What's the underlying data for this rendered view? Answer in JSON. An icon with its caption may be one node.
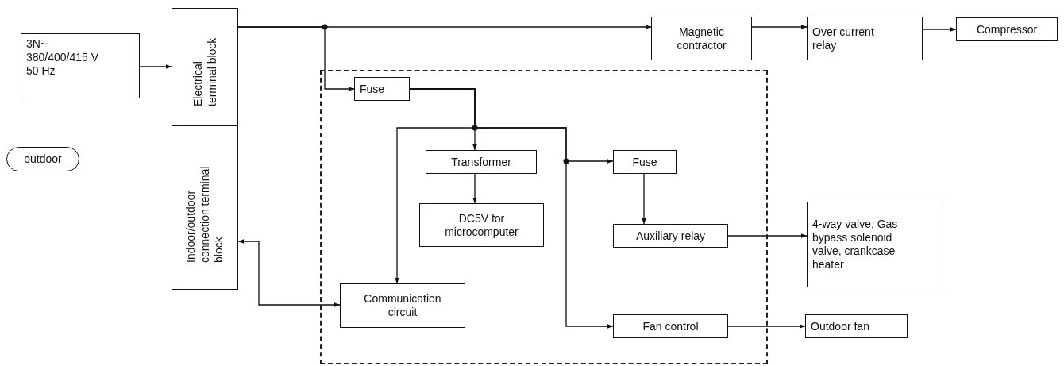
{
  "diagram": {
    "nodes": [
      {
        "text": [
          "3N~ 380/400/415 V 50 Hz"
        ]
      },
      {
        "text": [
          "outdoor"
        ]
      },
      {
        "text": [
          "Electrical terminal block"
        ]
      },
      {
        "text": [
          "Indoor/outdoor connection terminal block"
        ]
      },
      {
        "text": [],
        "shape": "box"
      },
      {
        "text": [
          "Magnetic contractor"
        ]
      },
      {
        "text": [
          "Over current relay"
        ]
      },
      {
        "text": [
          "Compressor"
        ]
      },
      {
        "text": [
          "Fuse"
        ],
        "in": 4
      },
      {
        "text": [
          "Transformer"
        ],
        "in": 4
      },
      {
        "text": [
          "DC5V for microcomputer"
        ],
        "in": 4
      },
      {
        "text": [
          "Fuse"
        ],
        "in": 4
      },
      {
        "text": [
          "Auxiliary relay"
        ],
        "in": 4
      },
      {
        "text": [
          "Communication circuit"
        ],
        "in": 4
      },
      {
        "text": [
          "Fan control"
        ],
        "in": 4
      },
      {
        "text": [
          "4-way valve, Gas bypass solenoid valve, crankcase heater"
        ]
      },
      {
        "text": [
          "Outdoor fan"
        ]
      }
    ],
    "edges": [
      {
        "from": 0,
        "to": 2,
        "arrow": "to"
      },
      {
        "from": 2,
        "to": 5,
        "arrow": "to"
      },
      {
        "from": 2,
        "to": 8,
        "arrow": "to"
      },
      {
        "from": 5,
        "to": 6,
        "arrow": "to"
      },
      {
        "from": 6,
        "to": 7,
        "arrow": "to"
      },
      {
        "from": 8,
        "to": 9,
        "arrow": "to"
      },
      {
        "from": 8,
        "to": 13,
        "arrow": "to"
      },
      {
        "from": 8,
        "to": 11,
        "arrow": "to"
      },
      {
        "from": 8,
        "to": 14,
        "arrow": "to"
      },
      {
        "from": 9,
        "to": 10,
        "arrow": "to"
      },
      {
        "from": 11,
        "to": 12,
        "arrow": "to"
      },
      {
        "from": 12,
        "to": 15,
        "arrow": "to"
      },
      {
        "from": 14,
        "to": 16,
        "arrow": "to"
      },
      {
        "from": 3,
        "to": 13,
        "arrow": "both"
      }
    ]
  }
}
